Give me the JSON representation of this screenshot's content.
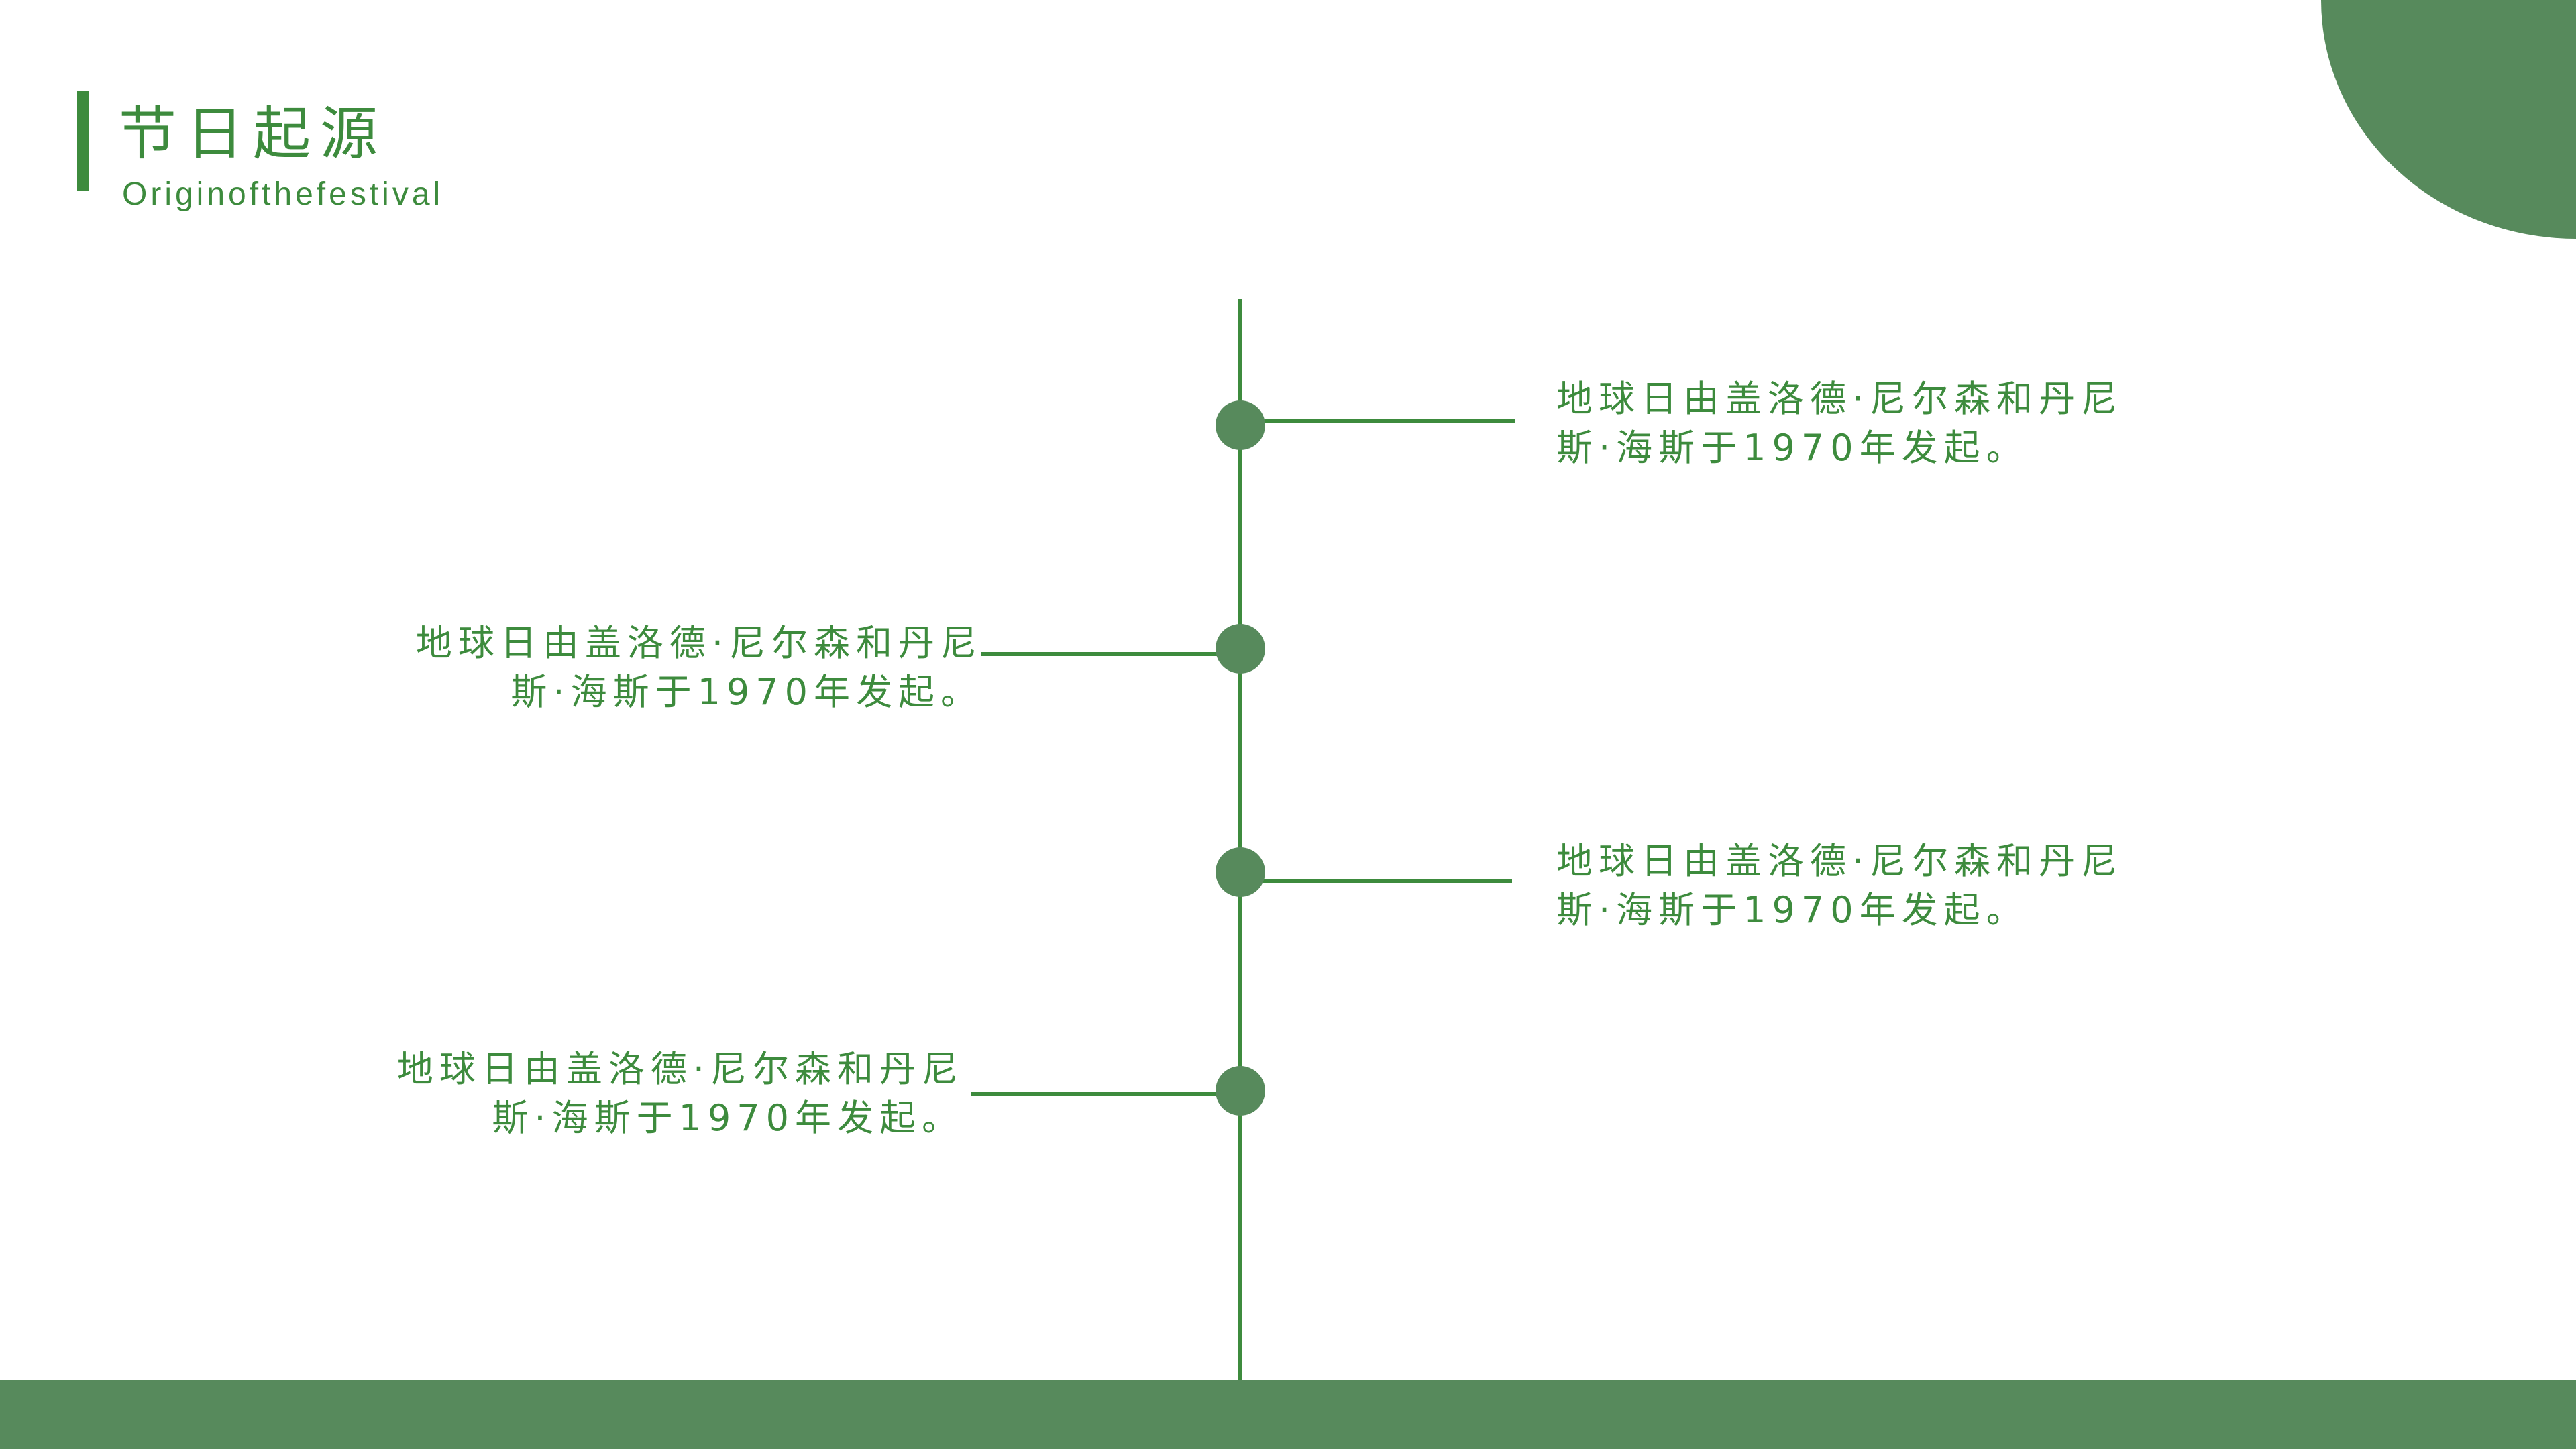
{
  "header": {
    "title": "节日起源",
    "subtitle": "Originofthefestival"
  },
  "colors": {
    "primary": "#3d8b3d",
    "shape": "#578a5c",
    "background": "#ffffff"
  },
  "timeline": {
    "items": [
      {
        "side": "right",
        "line1": "地球日由盖洛德·尼尔森和丹尼",
        "line2": "斯·海斯于1970年发起。"
      },
      {
        "side": "left",
        "line1": "地球日由盖洛德·尼尔森和丹尼",
        "line2": "斯·海斯于1970年发起。"
      },
      {
        "side": "right",
        "line1": "地球日由盖洛德·尼尔森和丹尼",
        "line2": "斯·海斯于1970年发起。"
      },
      {
        "side": "left",
        "line1": "地球日由盖洛德·尼尔森和丹尼",
        "line2": "斯·海斯于1970年发起。"
      }
    ]
  }
}
